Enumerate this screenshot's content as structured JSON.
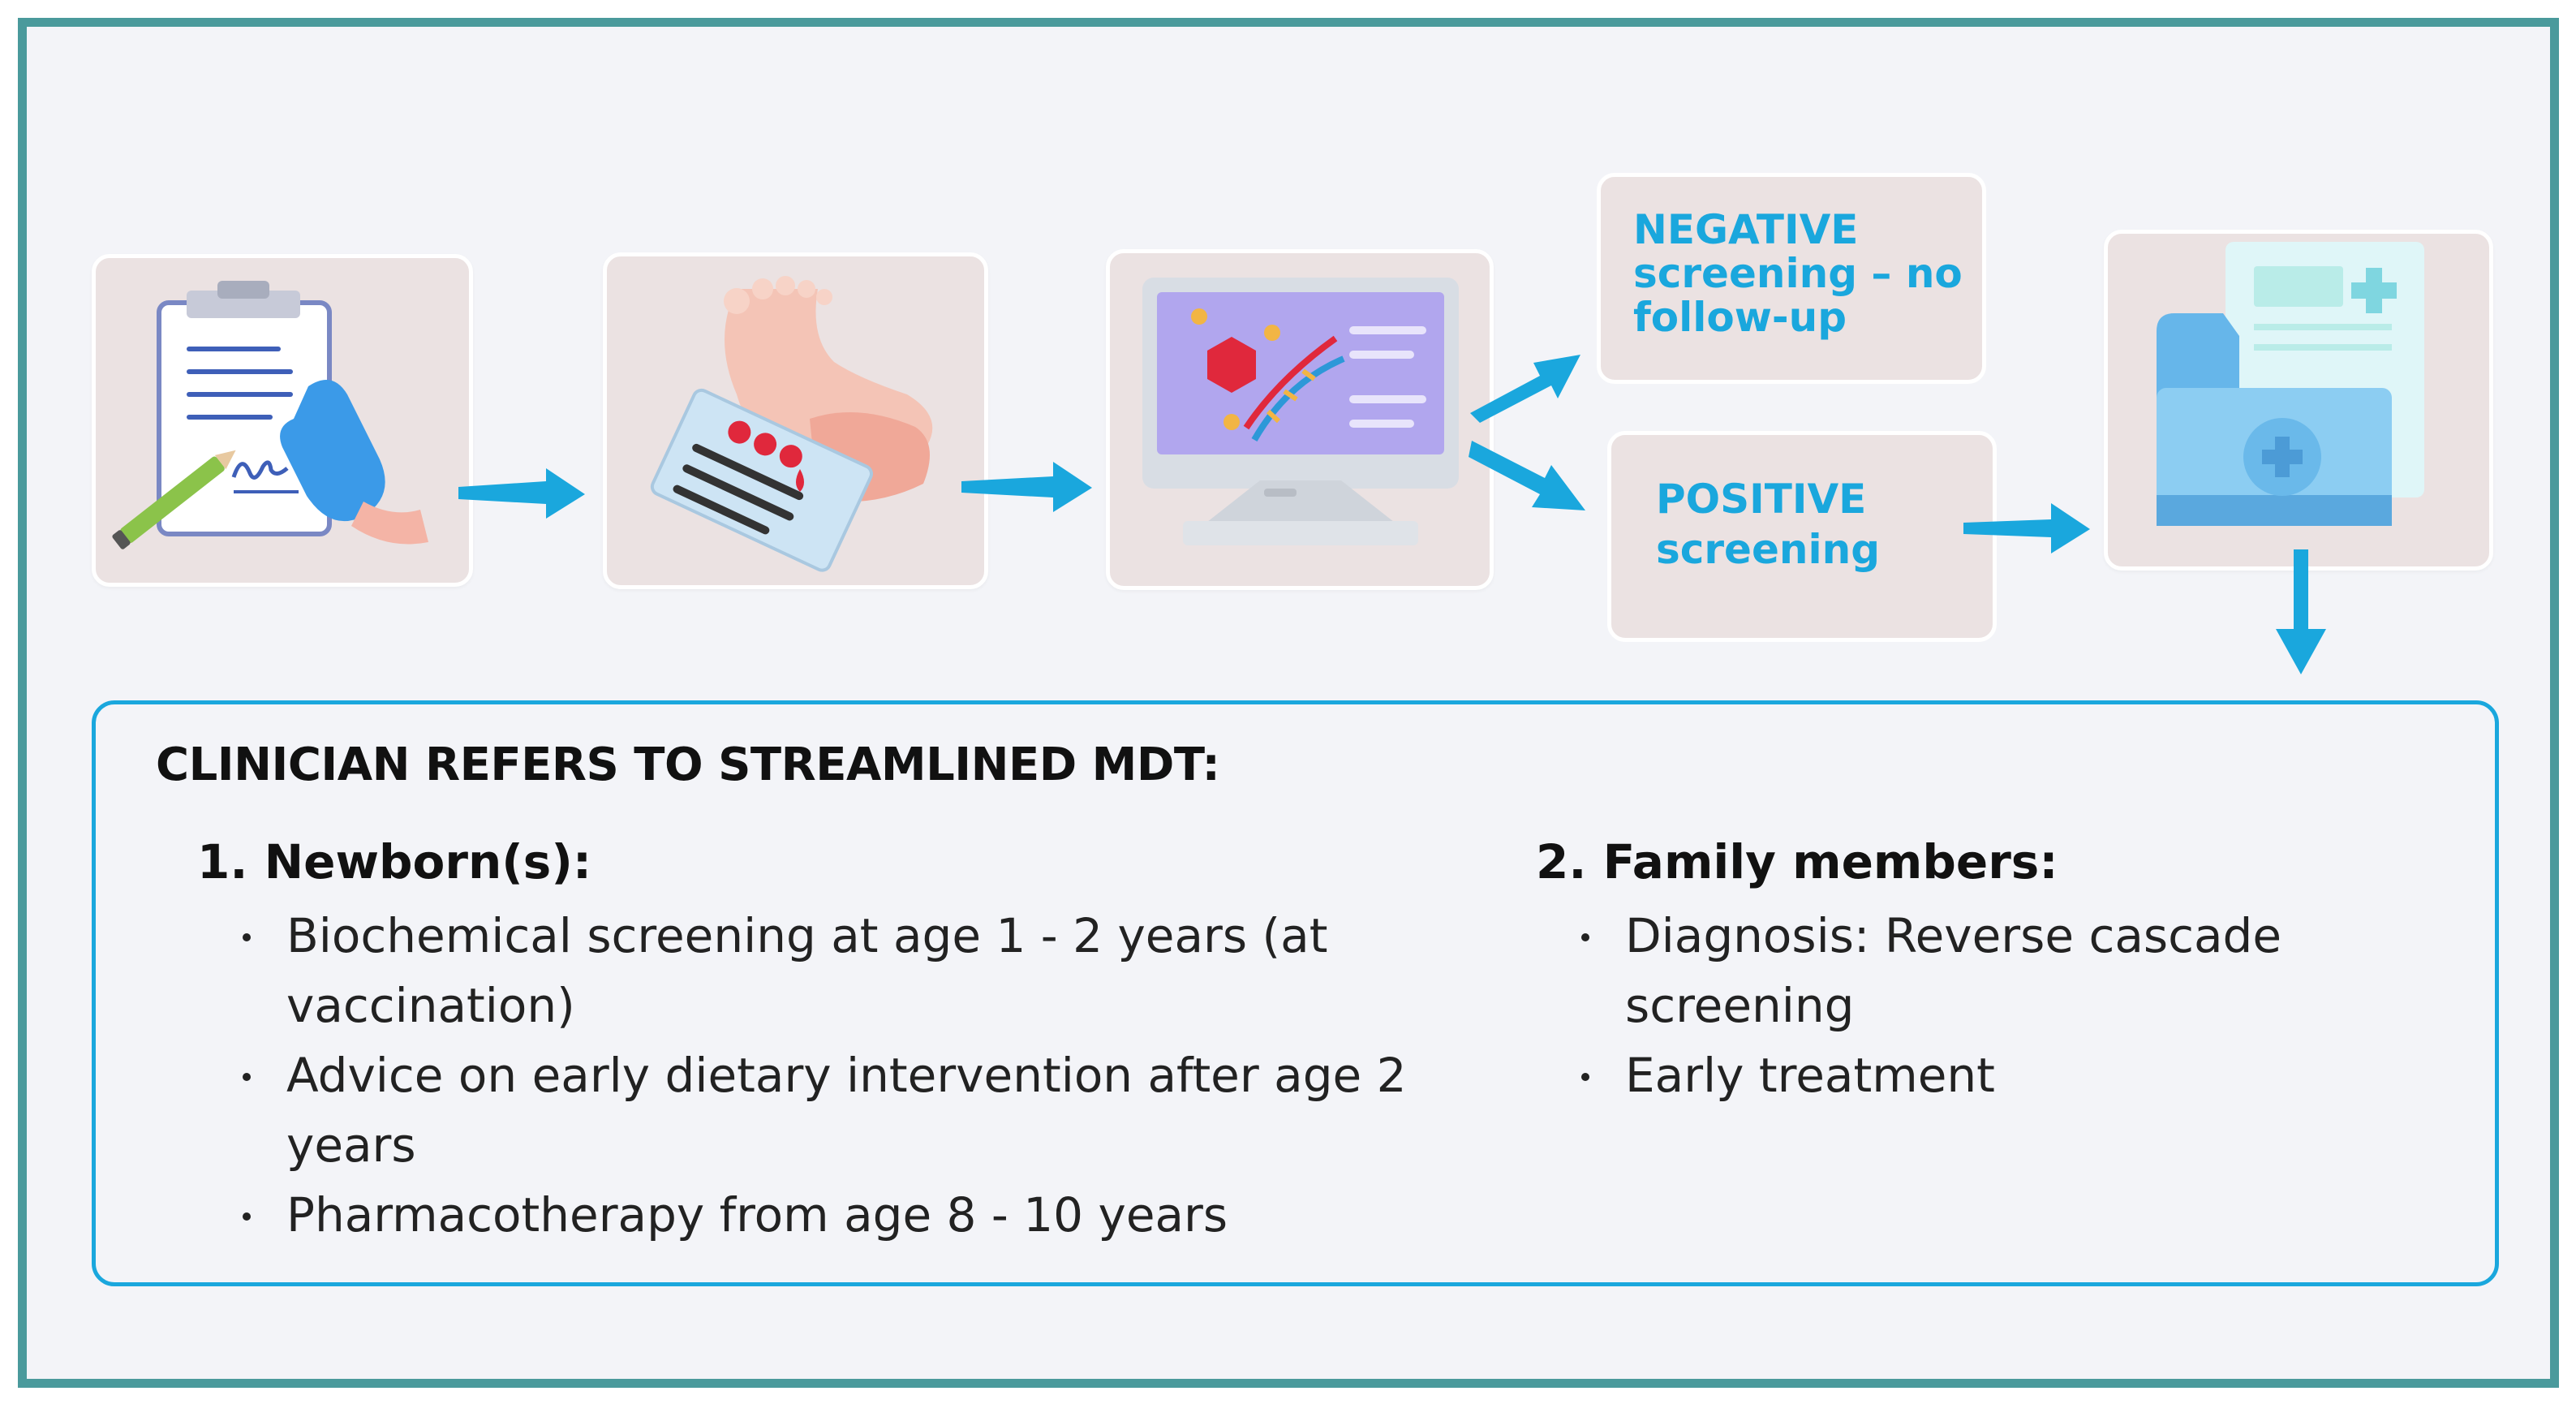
{
  "outcomes": {
    "negative": [
      "NEGATIVE",
      "screening – no",
      "follow-up"
    ],
    "positive": [
      "POSITIVE",
      "screening"
    ]
  },
  "mdt": {
    "title": "CLINICIAN REFERS TO STREAMLINED MDT:",
    "newborns": {
      "heading": "1. Newborn(s):",
      "items": [
        "Biochemical screening at age 1 - 2 years (at vaccination)",
        "Advice on early dietary intervention after age 2 years",
        "Pharmacotherapy from age 8 - 10 years"
      ]
    },
    "family": {
      "heading": "2. Family members:",
      "items": [
        "Diagnosis: Reverse cascade screening",
        "Early treatment"
      ]
    }
  },
  "icons": [
    "consent-form-icon",
    "heel-prick-icon",
    "genetic-analysis-icon",
    "medical-record-icon"
  ],
  "colors": {
    "accent": "#1aa7dd",
    "frame": "#4a9a9c",
    "card": "#ebe2e2"
  }
}
